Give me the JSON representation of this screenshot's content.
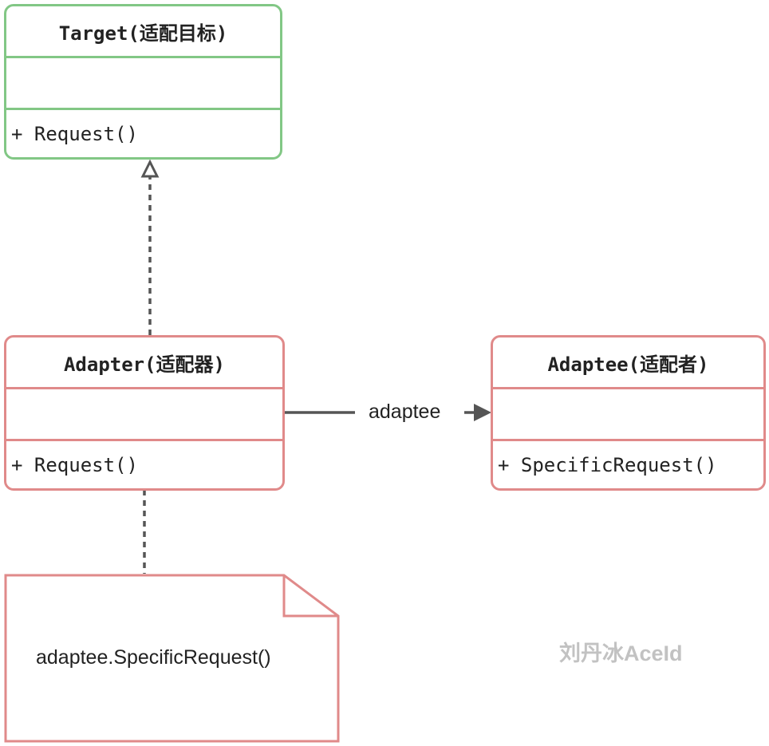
{
  "colors": {
    "target_border": "#82c785",
    "class_border": "#e08a8a",
    "connector": "#555555",
    "watermark": "#c2c2c2"
  },
  "target": {
    "title": "Target(适配目标)",
    "method": "+ Request()"
  },
  "adapter": {
    "title": "Adapter(适配器)",
    "method": "+ Request()"
  },
  "adaptee": {
    "title": "Adaptee(适配者)",
    "method": "+ SpecificRequest()"
  },
  "association_label": "adaptee",
  "note": {
    "text": "adaptee.SpecificRequest()"
  },
  "watermark": "刘丹冰AceId"
}
